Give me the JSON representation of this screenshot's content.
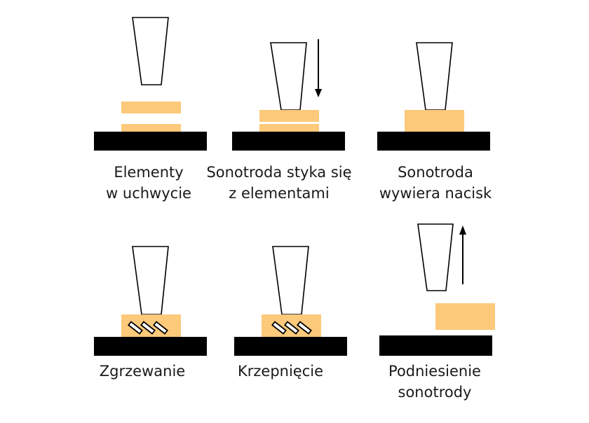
{
  "colors": {
    "base": "#000000",
    "workpiece": "#fdc97a",
    "sonotrode_fill": "#ffffff",
    "sonotrode_stroke": "#000000",
    "arrow": "#000000",
    "text": "#1a1a1a"
  },
  "steps": [
    {
      "id": "step-1",
      "caption_lines": [
        "Elementy",
        "w uchwycie"
      ]
    },
    {
      "id": "step-2",
      "caption_lines": [
        "Sonotroda styka się",
        "z elementami"
      ]
    },
    {
      "id": "step-3",
      "caption_lines": [
        "Sonotroda",
        "wywiera nacisk"
      ]
    },
    {
      "id": "step-4",
      "caption_lines": [
        "Zgrzewanie"
      ]
    },
    {
      "id": "step-5",
      "caption_lines": [
        "Krzepnięcie"
      ]
    },
    {
      "id": "step-6",
      "caption_lines": [
        "Podniesienie",
        "sonotrody"
      ]
    }
  ]
}
